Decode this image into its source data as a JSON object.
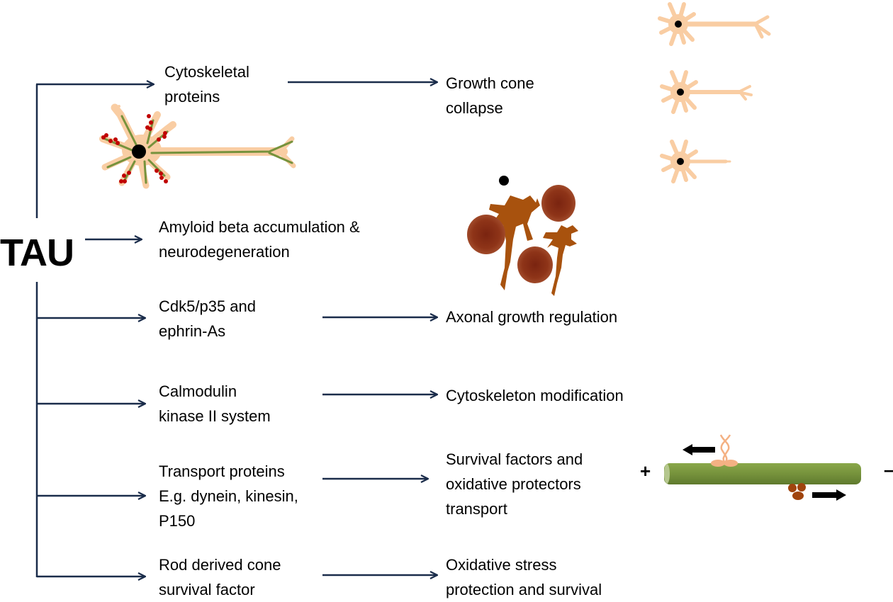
{
  "title": "TAU",
  "colors": {
    "arrow": "#1a2c4a",
    "neuron_body": "#f9cda3",
    "microtubule": "#76923c",
    "tau_dots": "#c00000",
    "nucleus": "#000000",
    "plaque": "#8b2c14",
    "degenerating_neuron": "#a8520e",
    "kinesin": "#f4b183",
    "dynein": "#a0440e"
  },
  "branches": [
    {
      "target": "Cytoskeletal\nproteins",
      "lines": [
        "Cytoskeletal",
        "proteins"
      ],
      "outcome_lines": [
        "Growth cone",
        "collapse"
      ]
    },
    {
      "target": "Amyloid beta accumulation & neurodegeneration",
      "lines": [
        "Amyloid beta accumulation &",
        "neurodegeneration"
      ],
      "outcome_lines": []
    },
    {
      "target": "Cdk5/p35 and ephrin-As",
      "lines": [
        "Cdk5/p35 and",
        "ephrin-As"
      ],
      "outcome_lines": [
        "Axonal growth regulation"
      ]
    },
    {
      "target": "Calmodulin kinase II system",
      "lines": [
        "Calmodulin",
        "kinase II system"
      ],
      "outcome_lines": [
        "Cytoskeleton modification"
      ]
    },
    {
      "target": "Transport proteins E.g. dynein, kinesin, P150",
      "lines": [
        "Transport proteins",
        "E.g. dynein, kinesin,",
        "P150"
      ],
      "outcome_lines": [
        "Survival factors and",
        "oxidative protectors",
        "transport"
      ]
    },
    {
      "target": "Rod derived cone survival factor",
      "lines": [
        "Rod derived cone",
        "survival factor"
      ],
      "outcome_lines": [
        "Oxidative stress",
        "protection and survival"
      ]
    }
  ],
  "microtubule_ends": {
    "plus": "+",
    "minus": "–"
  },
  "illustrations": [
    "neuron-with-tau-icon",
    "growth-cone-collapse-sequence-icon",
    "amyloid-plaques-icon",
    "microtubule-motor-transport-icon"
  ]
}
